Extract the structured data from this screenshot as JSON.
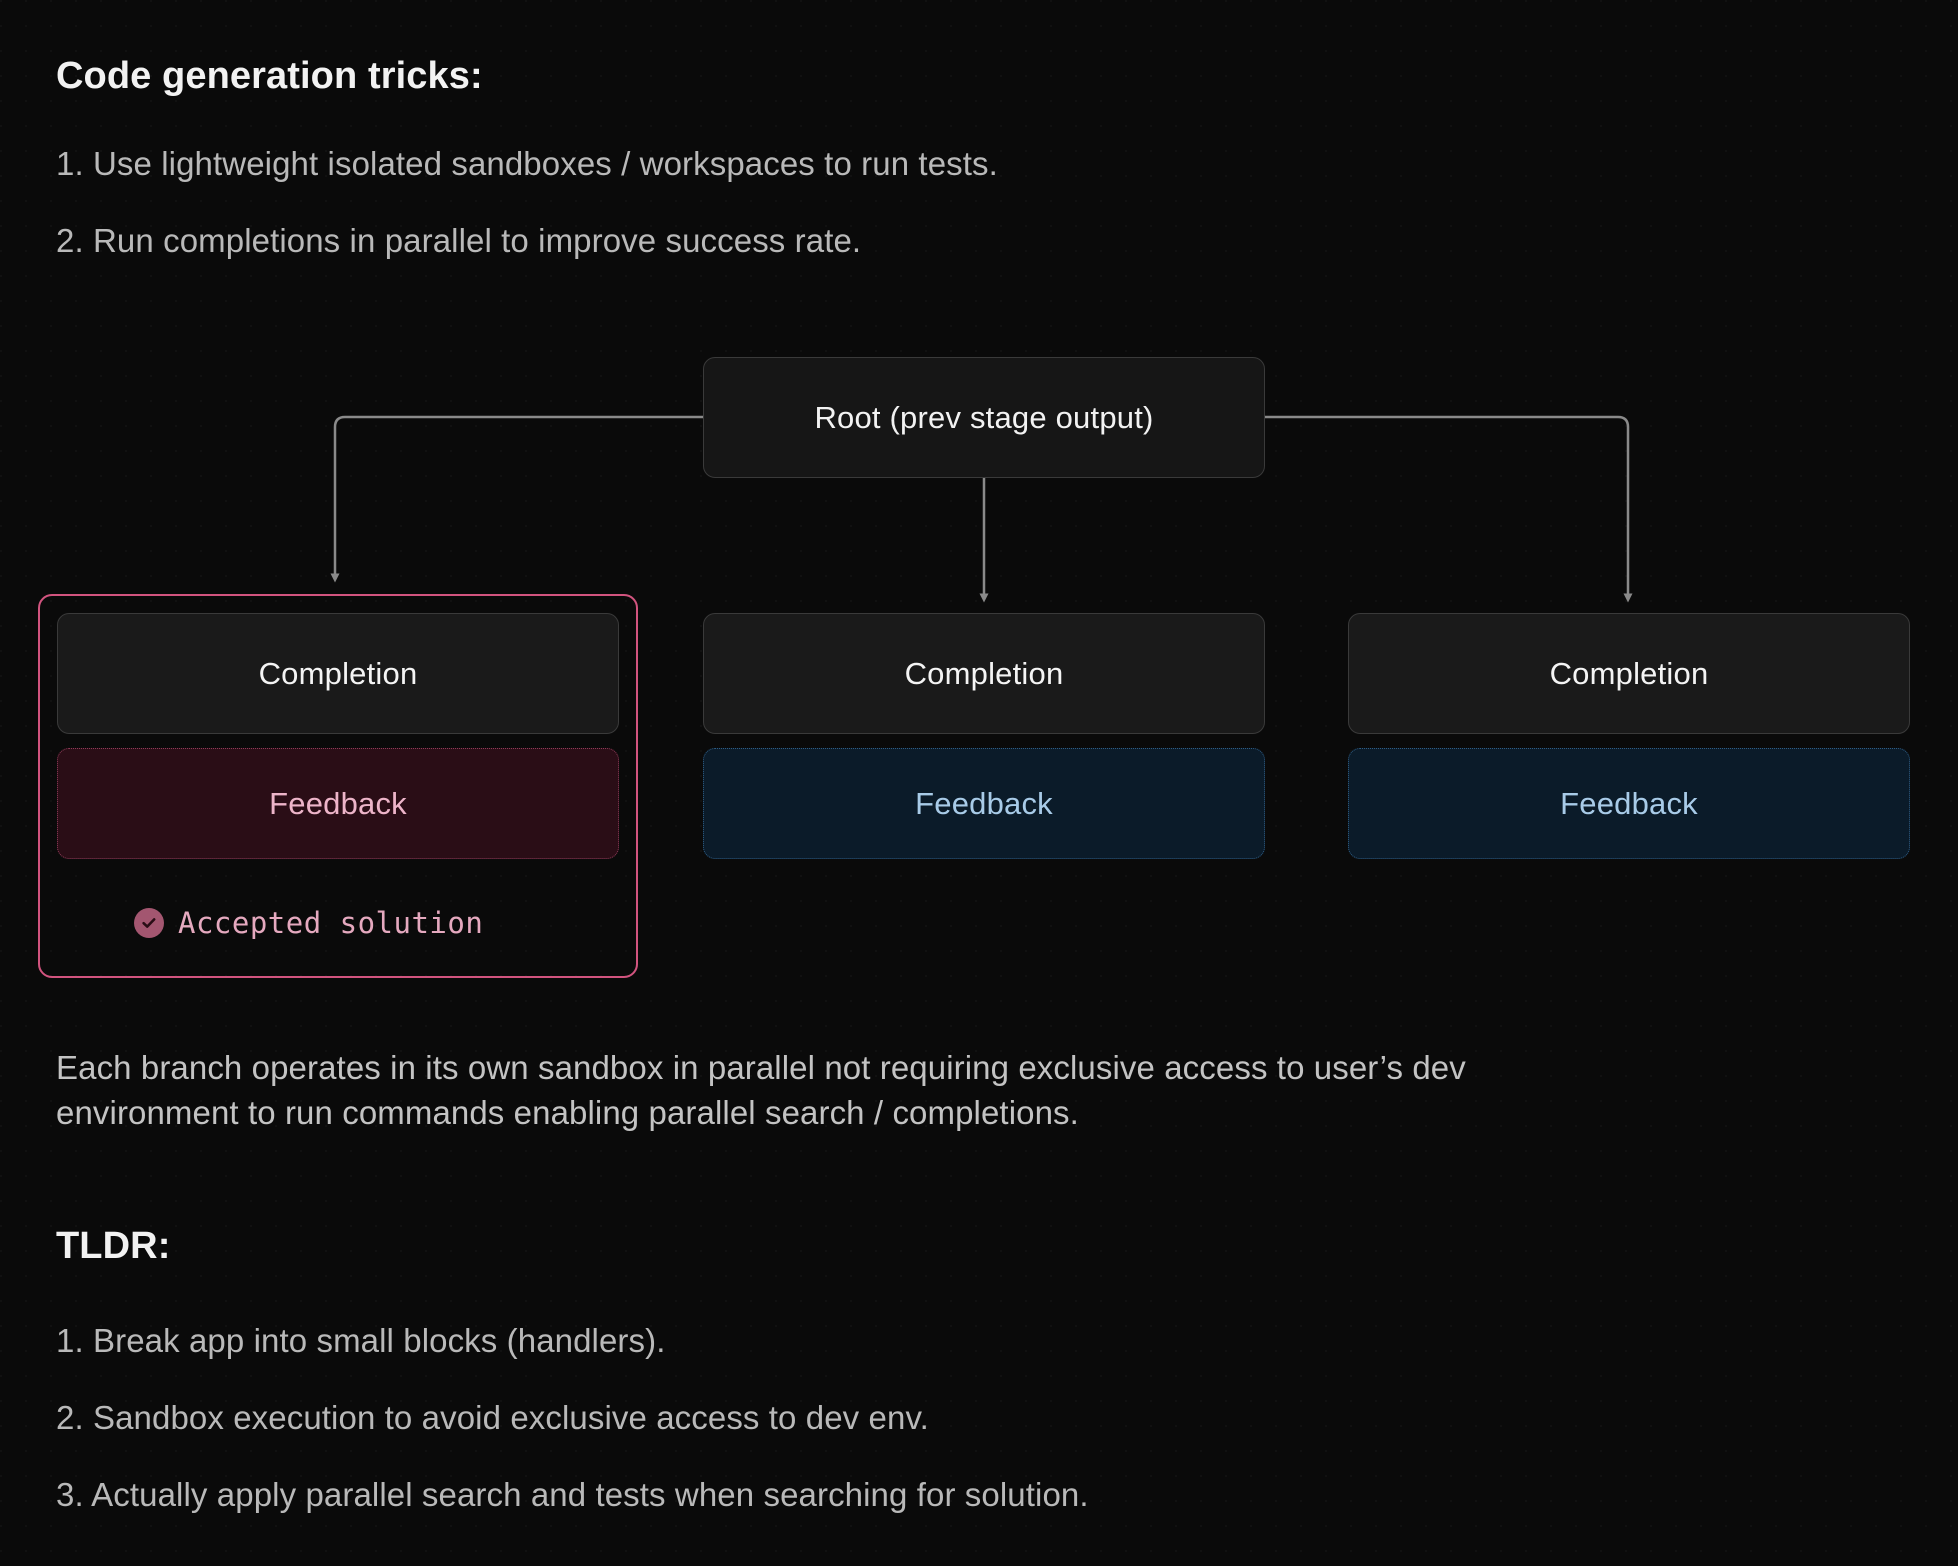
{
  "sections": {
    "tricks": {
      "heading": "Code generation tricks:",
      "items": [
        "1. Use lightweight isolated sandboxes / workspaces to run tests.",
        "2. Run completions in parallel to improve success rate."
      ]
    },
    "caption": "Each branch operates in its own sandbox in parallel not requiring exclusive access to user’s dev environment to run commands enabling parallel search / completions.",
    "tldr": {
      "heading": "TLDR:",
      "items": [
        "1. Break app into small blocks (handlers).",
        "2. Sandbox execution to avoid exclusive access to dev env.",
        "3. Actually apply parallel search and tests when searching for solution."
      ]
    }
  },
  "diagram": {
    "root": {
      "label": "Root (prev stage output)"
    },
    "branches": [
      {
        "completion_label": "Completion",
        "feedback_label": "Feedback",
        "status_label": "Accepted solution",
        "status_icon": "check-circle-icon",
        "accepted": true,
        "accent": "#d2547f"
      },
      {
        "completion_label": "Completion",
        "feedback_label": "Feedback",
        "accepted": false,
        "accent": "#2e5c84"
      },
      {
        "completion_label": "Completion",
        "feedback_label": "Feedback",
        "accepted": false,
        "accent": "#2e5c84"
      }
    ],
    "connector_color": "#8a8a8a"
  },
  "colors": {
    "background": "#0a0a0a",
    "heading_text": "#f2f2f2",
    "body_text": "#b9b9b9",
    "accent_pink": "#d2547f",
    "accent_blue": "#a8cbe8",
    "node_fill": "#1a1a1a",
    "node_border": "#3a3a3a",
    "feedback_blue_fill": "#0b1b29",
    "feedback_pink_fill": "#2a0d16"
  }
}
